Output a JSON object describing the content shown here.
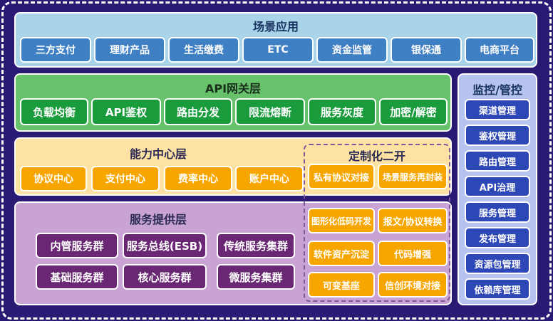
{
  "scene_layer": {
    "title": "场景应用",
    "items": [
      "三方支付",
      "理财产品",
      "生活缴费",
      "ETC",
      "资金监管",
      "银保通",
      "电商平台"
    ]
  },
  "api_layer": {
    "title": "API网关层",
    "items": [
      "负载均衡",
      "API鉴权",
      "路由分发",
      "限流熔断",
      "服务灰度",
      "加密/解密"
    ]
  },
  "capability_layer": {
    "title": "能力中心层",
    "items": [
      "协议中心",
      "支付中心",
      "费率中心",
      "账户中心"
    ]
  },
  "service_layer": {
    "title": "服务提供层",
    "items": [
      "内管服务群",
      "服务总线(ESB)",
      "传统服务集群",
      "基础服务群",
      "核心服务群",
      "微服务集群"
    ]
  },
  "customization": {
    "title": "定制化二开",
    "items": [
      "私有协议对接",
      "场景服务再封装",
      "图形化低码开发",
      "报文/协议转换",
      "软件资产沉淀",
      "代码增强",
      "可变基座",
      "信创环境对接"
    ]
  },
  "monitor_panel": {
    "title": "监控/管控",
    "items": [
      "渠道管理",
      "鉴权管理",
      "路由管理",
      "API治理",
      "服务管理",
      "发布管理",
      "资源包管理",
      "依赖库管理"
    ]
  },
  "colors": {
    "background": "#2b1a74",
    "scene": "#a8d3e9",
    "scene_chip": "#3f7fc4",
    "api": "#67c26b",
    "api_chip": "#1a9b3c",
    "capability": "#fde2a3",
    "orange_chip": "#f7a600",
    "service": "#c9a3d3",
    "service_chip": "#6a2774",
    "monitor": "#b7c3ef",
    "monitor_chip": "#2d47b6"
  }
}
